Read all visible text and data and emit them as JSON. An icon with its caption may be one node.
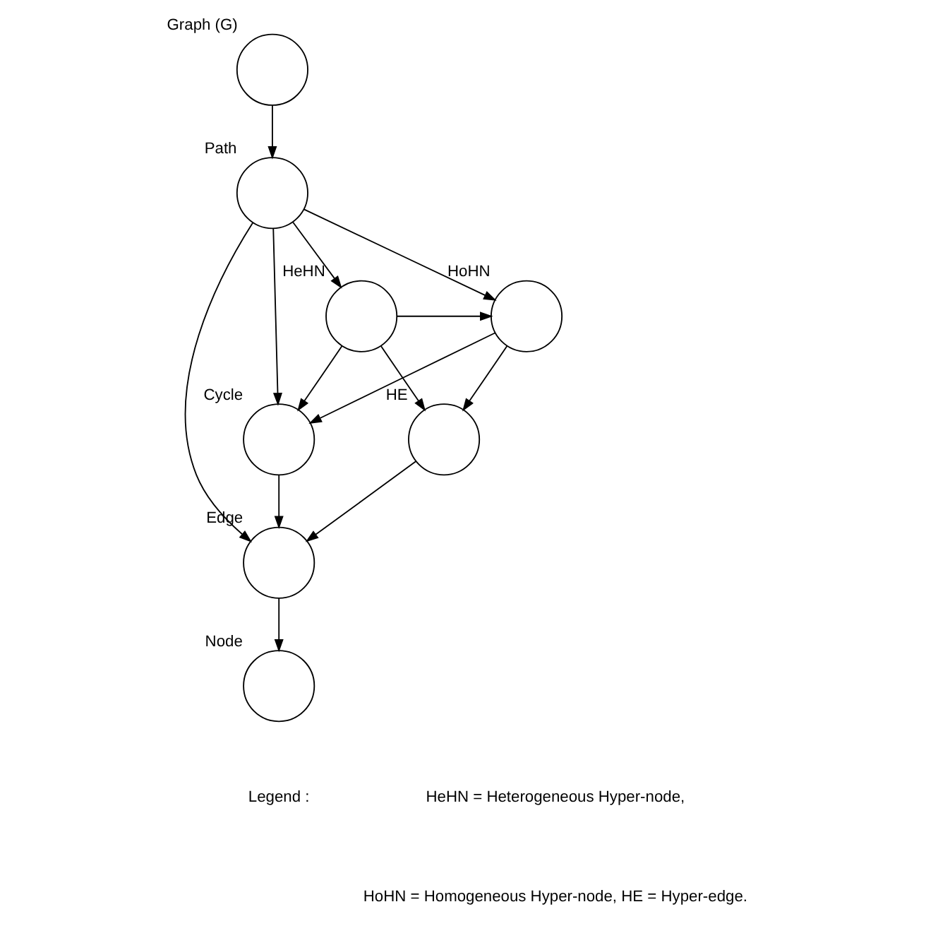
{
  "diagram": {
    "nodes": [
      {
        "text": [],
        "shape": "circle",
        "beside": [
          "Graph (G)"
        ]
      },
      {
        "text": [],
        "shape": "circle",
        "beside": [
          "Path"
        ]
      },
      {
        "text": [],
        "shape": "circle",
        "beside": [
          "HeHN"
        ]
      },
      {
        "text": [],
        "shape": "circle",
        "beside": [
          "HoHN"
        ]
      },
      {
        "text": [],
        "shape": "circle",
        "beside": [
          "Cycle"
        ]
      },
      {
        "text": [],
        "shape": "circle",
        "beside": [
          "HE"
        ]
      },
      {
        "text": [],
        "shape": "circle",
        "beside": [
          "Edge"
        ]
      },
      {
        "text": [],
        "shape": "circle",
        "beside": [
          "Node"
        ]
      }
    ],
    "edges": [
      {
        "from": 0,
        "to": 1,
        "arrow": "to"
      },
      {
        "from": 1,
        "to": 2,
        "arrow": "to"
      },
      {
        "from": 1,
        "to": 3,
        "arrow": "to"
      },
      {
        "from": 1,
        "to": 4,
        "arrow": "to"
      },
      {
        "from": 1,
        "to": 6,
        "arrow": "to"
      },
      {
        "from": 2,
        "to": 3,
        "arrow": "to"
      },
      {
        "from": 2,
        "to": 4,
        "arrow": "to"
      },
      {
        "from": 2,
        "to": 5,
        "arrow": "to"
      },
      {
        "from": 3,
        "to": 4,
        "arrow": "to"
      },
      {
        "from": 3,
        "to": 5,
        "arrow": "to"
      },
      {
        "from": 4,
        "to": 6,
        "arrow": "to"
      },
      {
        "from": 5,
        "to": 6,
        "arrow": "to"
      },
      {
        "from": 6,
        "to": 7,
        "arrow": "to"
      }
    ],
    "labels": [
      "Legend :",
      "HeHN = Heterogeneous Hyper-node,",
      "HoHN = Homogeneous Hyper-node, HE = Hyper-edge."
    ]
  }
}
